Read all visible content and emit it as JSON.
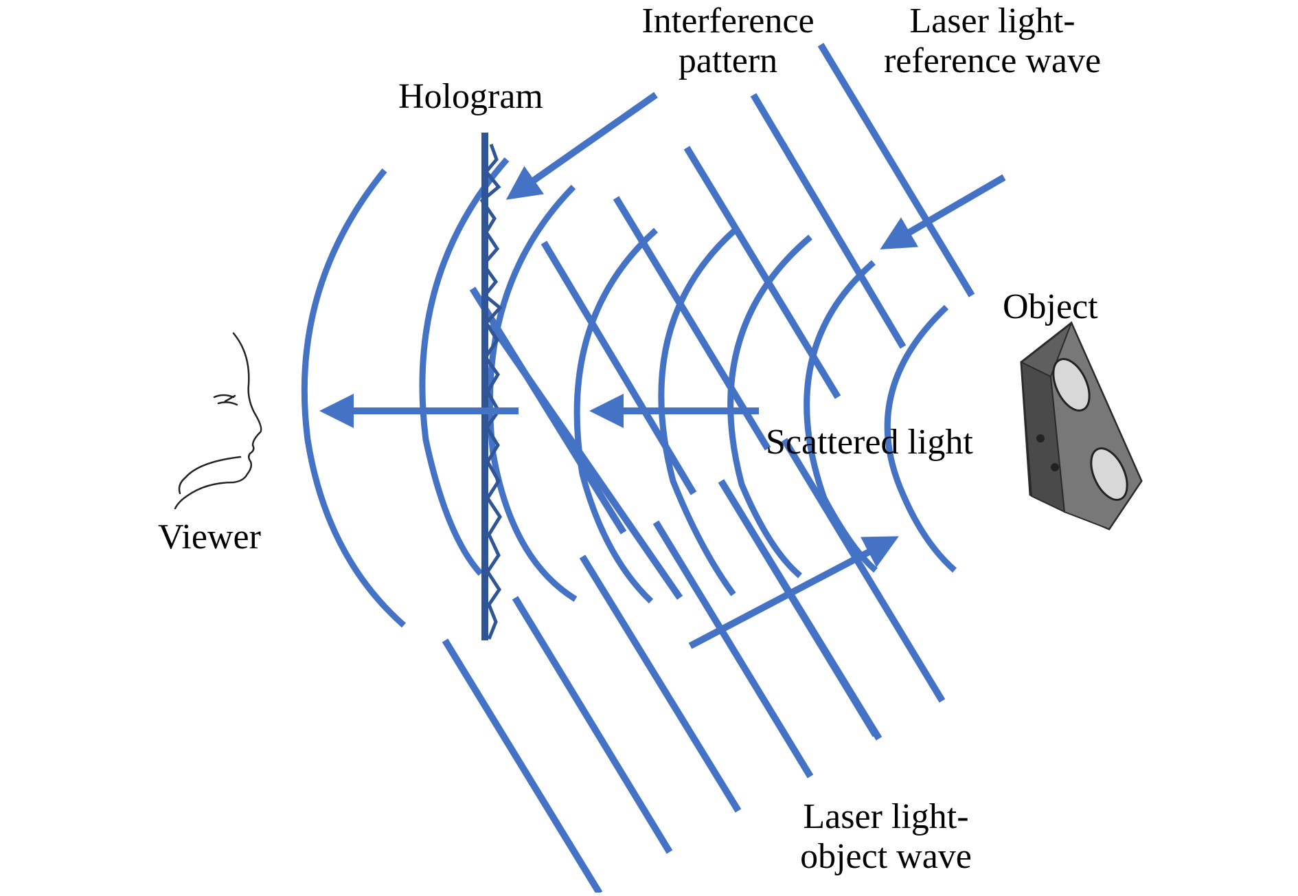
{
  "labels": {
    "interference_line1": "Interference",
    "interference_line2": "pattern",
    "reference_line1": "Laser light-",
    "reference_line2": "reference wave",
    "hologram": "Hologram",
    "object": "Object",
    "scattered_light": "Scattered light",
    "viewer": "Viewer",
    "object_wave_line1": "Laser light-",
    "object_wave_line2": "object wave"
  },
  "colors": {
    "wave": "#4472c4",
    "hologram_plate": "#2f5597",
    "object_body": "#6f6f6f",
    "text": "#000000"
  },
  "icons": {
    "viewer": "face-profile-icon",
    "object": "triangular-bracket-icon"
  }
}
